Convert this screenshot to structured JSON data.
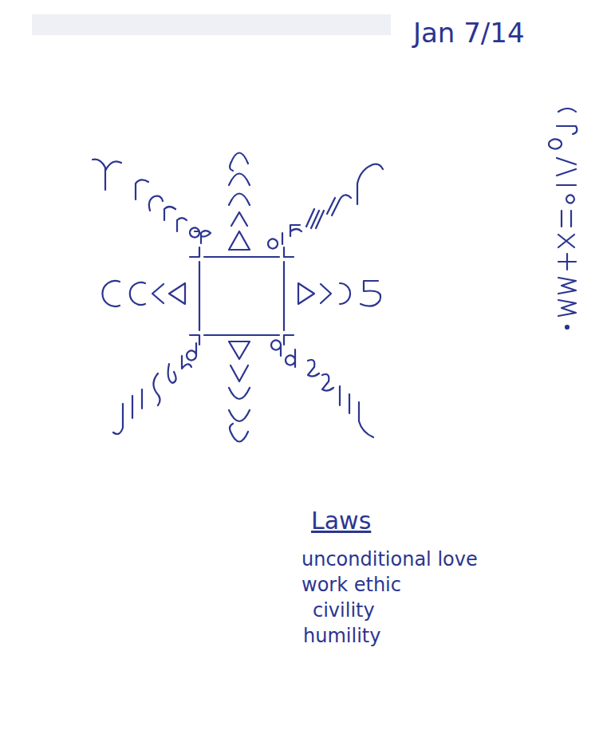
{
  "diagram": {
    "labels": [
      "Jan 7/14",
      "Laws",
      "unconditional love",
      "work ethic",
      "civility",
      "humility"
    ]
  }
}
